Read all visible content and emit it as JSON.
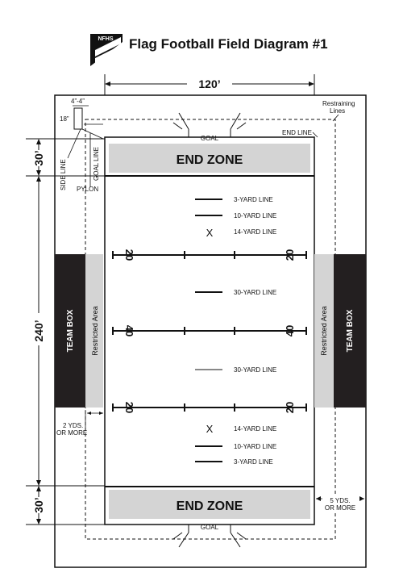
{
  "header": {
    "logo_text": "NFHS",
    "title": "Flag Football Field Diagram #1"
  },
  "dimensions": {
    "width": "120’",
    "length": "240’",
    "end_zone_top": "30’",
    "end_zone_bottom": "30’",
    "pylon_size": "4”-4”",
    "pylon_height": "18”"
  },
  "labels": {
    "restraining_lines": [
      "Restraining",
      "Lines"
    ],
    "end_line": "END LINE",
    "goal": "GOAL",
    "side_line": "SIDE LINE",
    "goal_line": "GOAL LINE",
    "pylon": "PYLON",
    "end_zone": "END ZONE",
    "team_box": "TEAM BOX",
    "restricted_area": "Restricted Area",
    "two_yds": [
      "2 YDS.",
      "OR MORE"
    ],
    "five_yds": [
      "5 YDS.",
      "OR MORE"
    ]
  },
  "yard_lines": {
    "three": "3-YARD LINE",
    "ten": "10-YARD LINE",
    "fourteen": "14-YARD LINE",
    "thirty": "30-YARD LINE",
    "x_mark": "X"
  },
  "field_numbers": {
    "twenty": "20",
    "forty": "40"
  }
}
